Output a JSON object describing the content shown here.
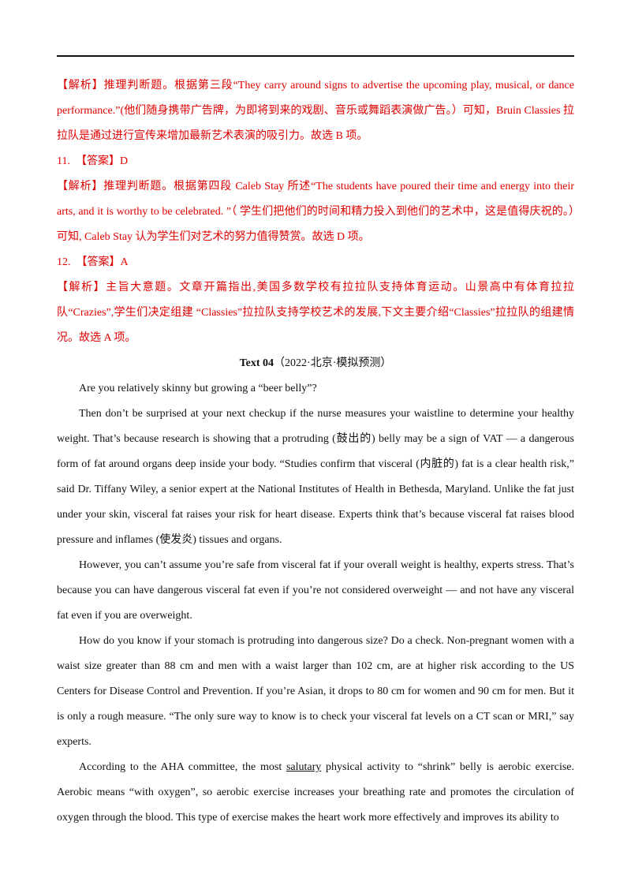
{
  "section_q10": {
    "analysis_tag": "【解析】",
    "analysis_text": "推理判断题。根据第三段“They carry around signs to advertise the upcoming play, musical, or dance performance.”(他们随身携带广告牌，为即将到来的戏剧、音乐或舞蹈表演做广告。）可知，Bruin Classies 拉拉队是通过进行宣传来增加最新艺术表演的吸引力。故选 B 项。"
  },
  "section_q11": {
    "number": "11.",
    "answer_tag": "【答案】",
    "answer": "D",
    "analysis_tag": "【解析】",
    "analysis_text": "推理判断题。根据第四段 Caleb Stay 所述“The students have poured their time and energy into their arts, and it is worthy to be celebrated. ”（ 学生们把他们的时间和精力投入到他们的艺术中，这是值得庆祝的。）可知, Caleb Stay 认为学生们对艺术的努力值得赞赏。故选 D 项。"
  },
  "section_q12": {
    "number": "12.",
    "answer_tag": "【答案】",
    "answer": "A",
    "analysis_tag": "【解析】",
    "analysis_text": "主旨大意题。文章开篇指出,美国多数学校有拉拉队支持体育运动。山景高中有体育拉拉队“Crazies”,学生们决定组建 “Classies”拉拉队支持学校艺术的发展,下文主要介绍“Classies”拉拉队的组建情况。故选 A 项。"
  },
  "text04": {
    "title_bold": "Text 04",
    "title_rest": "（2022·北京·模拟预测）",
    "p1": "Are you relatively skinny but growing a “beer belly”?",
    "p2": "Then don’t be surprised at your next checkup if the nurse measures your waistline to determine your healthy weight. That’s because research is showing that a protruding (鼓出的) belly may be a sign of VAT — a dangerous form of fat around organs deep inside your body. “Studies confirm that visceral (内脏的) fat is a clear health risk,” said Dr. Tiffany Wiley, a senior expert at the National Institutes of Health in Bethesda, Maryland. Unlike the fat just under your skin, visceral fat raises your risk for heart disease. Experts think that’s because visceral fat raises blood pressure and inflames (使发炎) tissues and organs.",
    "p3": "However, you can’t assume you’re safe from visceral fat if your overall weight is healthy, experts stress. That’s because you can have dangerous visceral fat even if you’re not considered overweight — and not have any visceral fat even if you are overweight.",
    "p4": "How do you know if your stomach is protruding into dangerous size? Do a check. Non-pregnant women with a waist size greater than 88 cm and men with a waist larger than 102 cm, are at higher risk according to the US Centers for Disease Control and Prevention. If you’re Asian, it drops to 80 cm for women and 90 cm for men. But it is only a rough measure. “The only sure way to know is to check your visceral fat levels on a CT scan or MRI,” say experts.",
    "p5_before": "According to the AHA committee, the most ",
    "p5_underlined": "salutary",
    "p5_after": " physical activity to “shrink” belly is aerobic exercise. Aerobic means “with oxygen”, so aerobic exercise increases your breathing rate and promotes the circulation of oxygen through the blood. This type of exercise makes the heart work more effectively and improves its ability to"
  }
}
